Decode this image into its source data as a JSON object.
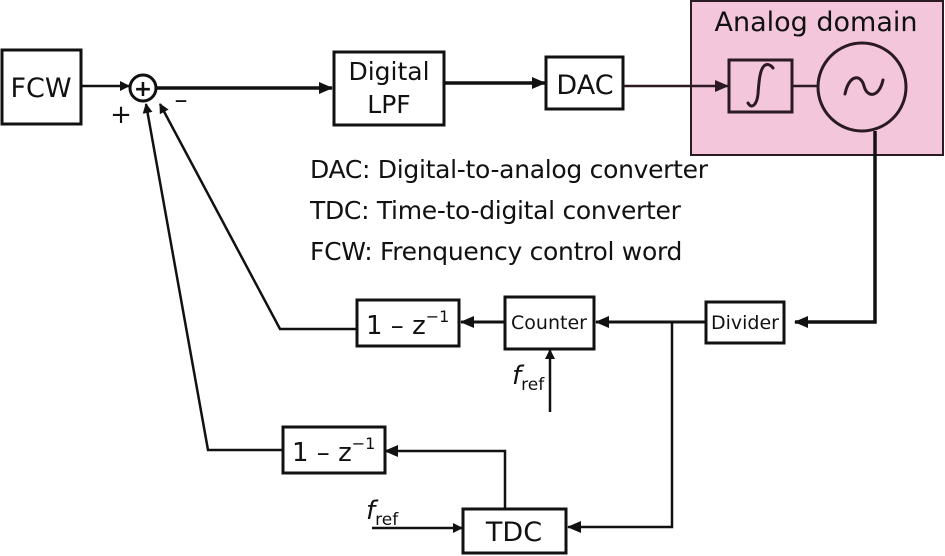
{
  "diagram": {
    "type": "ADPLL block diagram",
    "blocks": {
      "fcw": "FCW",
      "digital_lpf": [
        "Digital",
        "LPF"
      ],
      "dac": "DAC",
      "divider": "Divider",
      "counter": "Counter",
      "diff_top": {
        "base": "1 – z",
        "sup": "−1"
      },
      "diff_bottom": {
        "base": "1 – z",
        "sup": "−1"
      },
      "tdc": "TDC"
    },
    "analog_domain": {
      "title": "Analog domain",
      "integrator_symbol": "∫",
      "oscillator_symbol": "∼"
    },
    "summer": {
      "symbol": "+",
      "plus_sign": "+",
      "minus_sign": "–"
    },
    "ref_inputs": {
      "counter_ref": {
        "base": "f",
        "sub": "ref"
      },
      "tdc_ref": {
        "base": "f",
        "sub": "ref"
      }
    },
    "legend": [
      "DAC: Digital-to-analog converter",
      "TDC: Time-to-digital converter",
      "FCW: Frenquency control word"
    ],
    "colors": {
      "analog_fill": "#f3c6dc",
      "analog_stroke": "#2b1a22",
      "line": "#111111"
    }
  }
}
